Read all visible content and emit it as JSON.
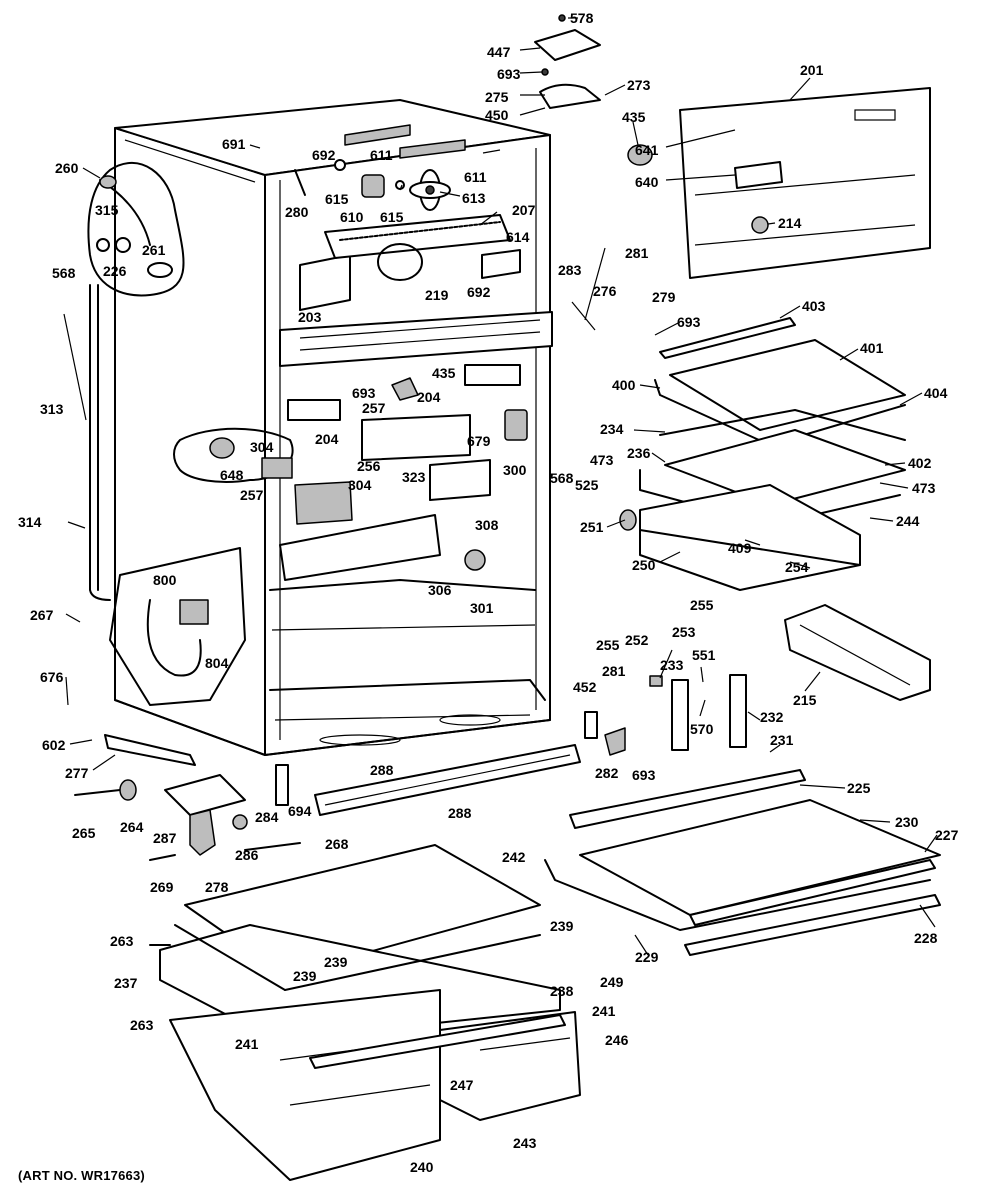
{
  "art_number": "(ART NO. WR17663)",
  "callouts": [
    "578",
    "447",
    "693",
    "273",
    "275",
    "450",
    "435",
    "201",
    "691",
    "692",
    "611",
    "611",
    "260",
    "615",
    "610",
    "615",
    "613",
    "641",
    "640",
    "315",
    "280",
    "207",
    "214",
    "261",
    "614",
    "568",
    "226",
    "692",
    "219",
    "281",
    "283",
    "276",
    "279",
    "693",
    "403",
    "203",
    "401",
    "313",
    "435",
    "693",
    "204",
    "400",
    "404",
    "257",
    "204",
    "304",
    "679",
    "234",
    "402",
    "236",
    "473",
    "648",
    "256",
    "323",
    "300",
    "568",
    "525",
    "473",
    "257",
    "304",
    "308",
    "251",
    "244",
    "314",
    "409",
    "254",
    "250",
    "306",
    "800",
    "301",
    "255",
    "255",
    "252",
    "253",
    "267",
    "804",
    "551",
    "233",
    "215",
    "676",
    "281",
    "452",
    "570",
    "232",
    "602",
    "231",
    "277",
    "288",
    "282",
    "693",
    "694",
    "225",
    "288",
    "284",
    "230",
    "227",
    "264",
    "265",
    "287",
    "286",
    "268",
    "242",
    "269",
    "278",
    "228",
    "239",
    "263",
    "239",
    "229",
    "239",
    "249",
    "237",
    "238",
    "241",
    "263",
    "241",
    "246",
    "247",
    "243",
    "240"
  ]
}
